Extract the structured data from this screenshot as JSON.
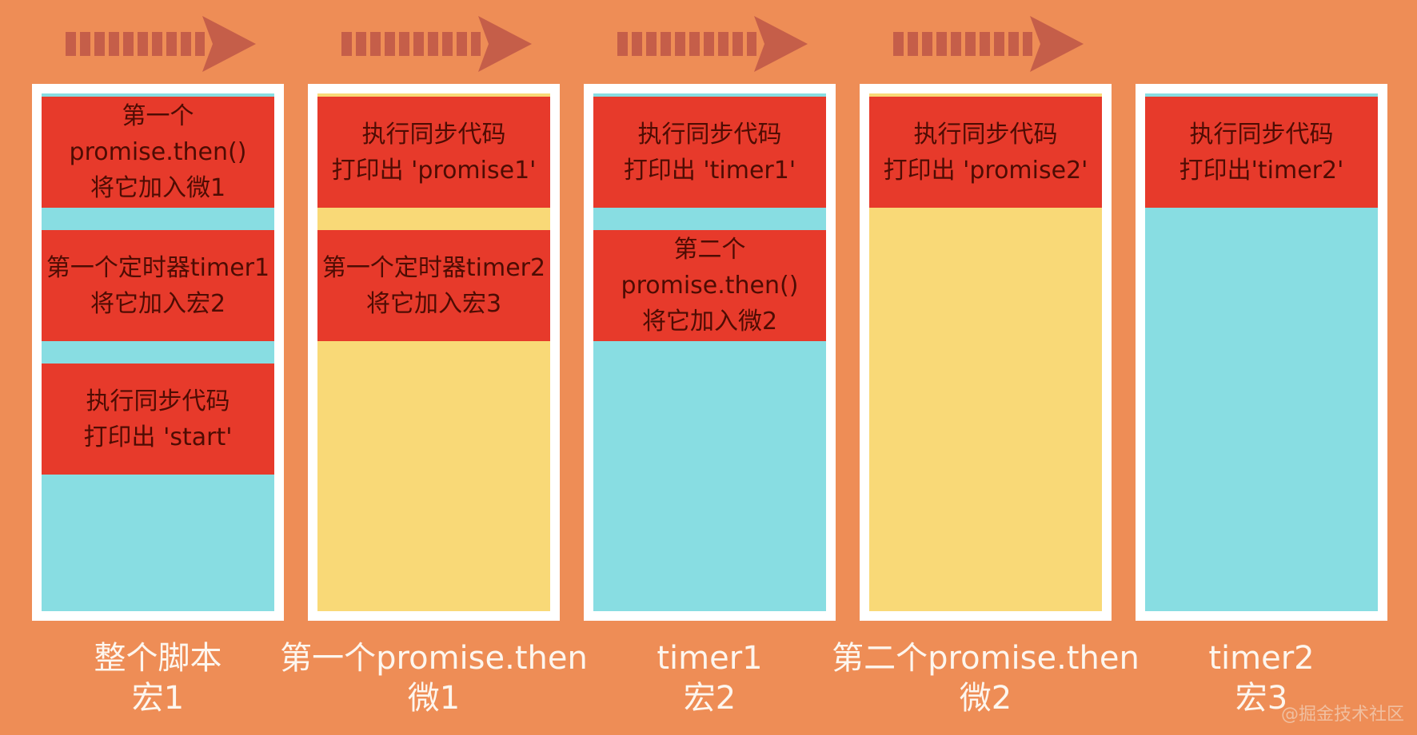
{
  "colors": {
    "background": "#ee8d56",
    "arrow": "#c55e49",
    "task_block_red": "#e73a2b",
    "queue_cyan": "#88dde2",
    "queue_yellow": "#f9d977",
    "task_text": "#4e0c03",
    "label_text": "#fdf6ee",
    "frame_white": "#ffffff"
  },
  "arrow_count": 4,
  "columns": [
    {
      "label_line1": "整个脚本",
      "label_line2": "宏1",
      "queue_color": "cyan",
      "blocks": [
        {
          "line1": "第一个promise.then()",
          "line2": "将它加入微1"
        },
        {
          "line1": "第一个定时器timer1",
          "line2": "将它加入宏2"
        },
        {
          "line1": "执行同步代码",
          "line2": "打印出 'start'"
        }
      ]
    },
    {
      "label_line1": "第一个promise.then",
      "label_line2": "微1",
      "queue_color": "yellow",
      "blocks": [
        {
          "line1": "执行同步代码",
          "line2": "打印出 'promise1'"
        },
        {
          "line1": "第一个定时器timer2",
          "line2": "将它加入宏3"
        }
      ]
    },
    {
      "label_line1": "timer1",
      "label_line2": "宏2",
      "queue_color": "cyan",
      "blocks": [
        {
          "line1": "执行同步代码",
          "line2": "打印出 'timer1'"
        },
        {
          "line1": "第二个promise.then()",
          "line2": "将它加入微2"
        }
      ]
    },
    {
      "label_line1": "第二个promise.then",
      "label_line2": "微2",
      "queue_color": "yellow",
      "blocks": [
        {
          "line1": "执行同步代码",
          "line2": "打印出 'promise2'"
        }
      ]
    },
    {
      "label_line1": "timer2",
      "label_line2": "宏3",
      "queue_color": "cyan",
      "blocks": [
        {
          "line1": "执行同步代码",
          "line2": "打印出'timer2'"
        }
      ]
    }
  ],
  "watermark": "@掘金技术社区"
}
